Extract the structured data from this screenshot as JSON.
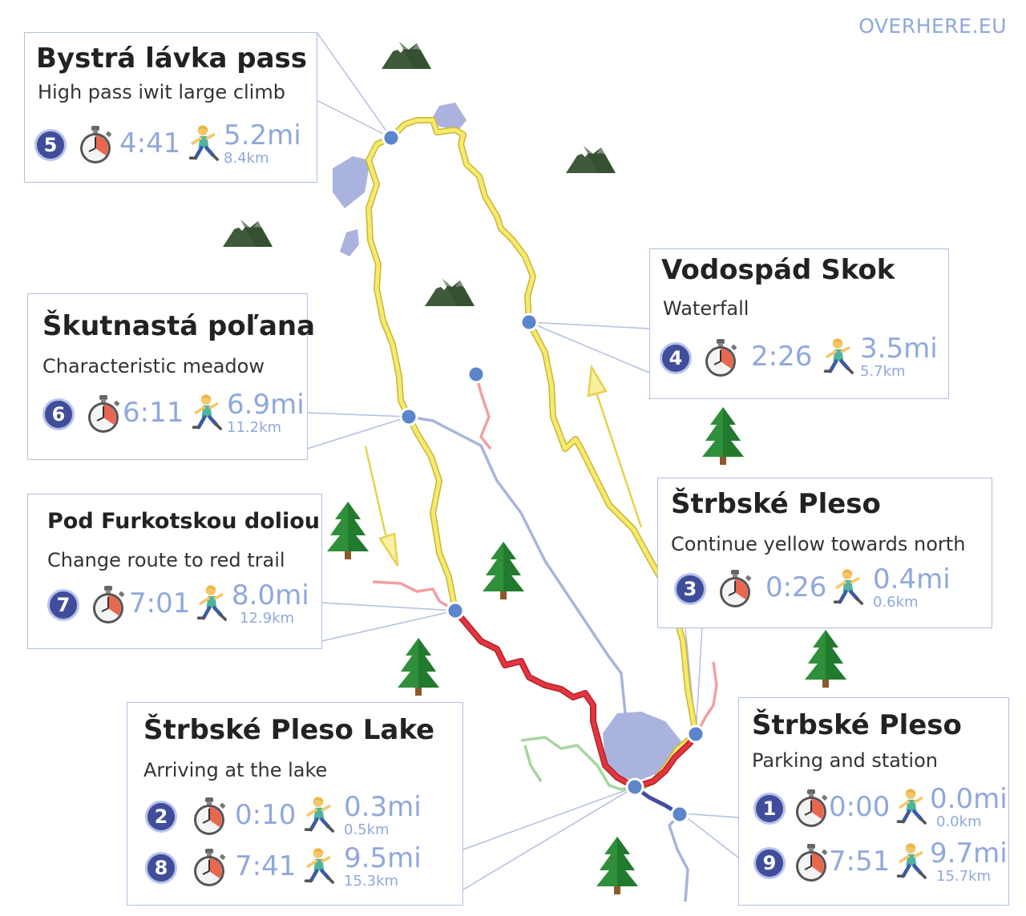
{
  "brand": "OVERHERE.EU",
  "colors": {
    "yellow": "#f3e35a",
    "red": "#e2363f",
    "blue_trail": "#a8b4dc",
    "navy": "#3f4d9a",
    "lake": "#aab3de",
    "accent_text": "#8fa8dc"
  },
  "icons": {
    "mountain": "mountain-icon",
    "tree": "evergreen-tree-icon",
    "stopwatch": "stopwatch-icon",
    "runner": "person-running-icon"
  },
  "waypoints": {
    "bystra": {
      "title": "Bystrá lávka pass",
      "subtitle": "High pass iwit large climb",
      "stops": [
        {
          "num": "5",
          "time": "4:41",
          "mi": "5.2mi",
          "km": "8.4km"
        }
      ]
    },
    "vodospad": {
      "title": "Vodospád Skok",
      "subtitle": "Waterfall",
      "stops": [
        {
          "num": "4",
          "time": "2:26",
          "mi": "3.5mi",
          "km": "5.7km"
        }
      ]
    },
    "skutnasta": {
      "title": "Škutnastá poľana",
      "subtitle": "Characteristic meadow",
      "stops": [
        {
          "num": "6",
          "time": "6:11",
          "mi": "6.9mi",
          "km": "11.2km"
        }
      ]
    },
    "strbske_north": {
      "title": "Štrbské Pleso",
      "subtitle": "Continue yellow towards north",
      "stops": [
        {
          "num": "3",
          "time": "0:26",
          "mi": "0.4mi",
          "km": "0.6km"
        }
      ]
    },
    "furkotska": {
      "title": "Pod Furkotskou doliou",
      "subtitle": "Change route to red trail",
      "stops": [
        {
          "num": "7",
          "time": "7:01",
          "mi": "8.0mi",
          "km": "12.9km"
        }
      ]
    },
    "lake": {
      "title": "Štrbské Pleso Lake",
      "subtitle": "Arriving at the lake",
      "stops": [
        {
          "num": "2",
          "time": "0:10",
          "mi": "0.3mi",
          "km": "0.5km"
        },
        {
          "num": "8",
          "time": "7:41",
          "mi": "9.5mi",
          "km": "15.3km"
        }
      ]
    },
    "parking": {
      "title": "Štrbské Pleso",
      "subtitle": "Parking and station",
      "stops": [
        {
          "num": "1",
          "time": "0:00",
          "mi": "0.0mi",
          "km": "0.0km"
        },
        {
          "num": "9",
          "time": "7:51",
          "mi": "9.7mi",
          "km": "15.7km"
        }
      ]
    }
  }
}
